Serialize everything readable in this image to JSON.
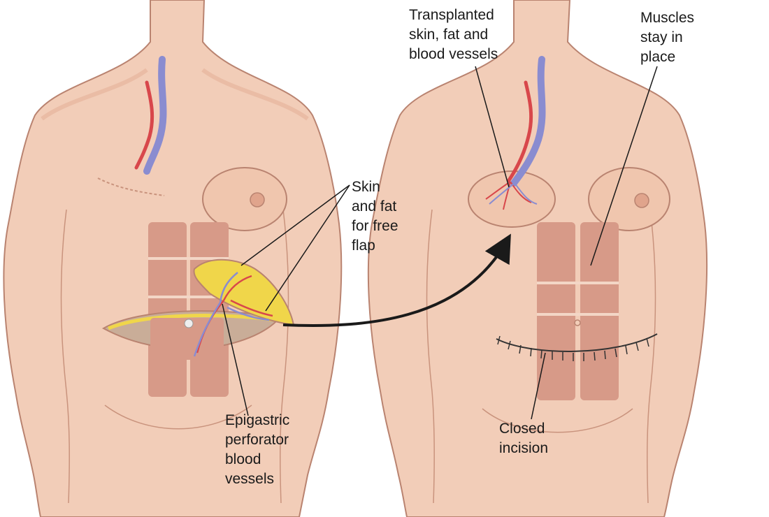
{
  "labels": {
    "skin_fat_free_flap": "Skin\nand fat\nfor  free\nflap",
    "epigastric_perforator": "Epigastric\nperforator\nblood\nvessels",
    "transplanted": "Transplanted\nskin, fat and\nblood vessels",
    "muscles_stay": "Muscles\nstay in\nplace",
    "closed_incision": "Closed\nincision"
  },
  "colors": {
    "skin": "#f2cdb8",
    "skin_shade": "#e7b59c",
    "outline": "#b98370",
    "muscle": "#d79a88",
    "muscle_line": "#f3d6c6",
    "fat": "#f0d64a",
    "artery": "#d8474b",
    "vein": "#8a8cd0",
    "cavity": "#c9ad98",
    "suture": "#333333",
    "arrow": "#1a1a1a"
  }
}
